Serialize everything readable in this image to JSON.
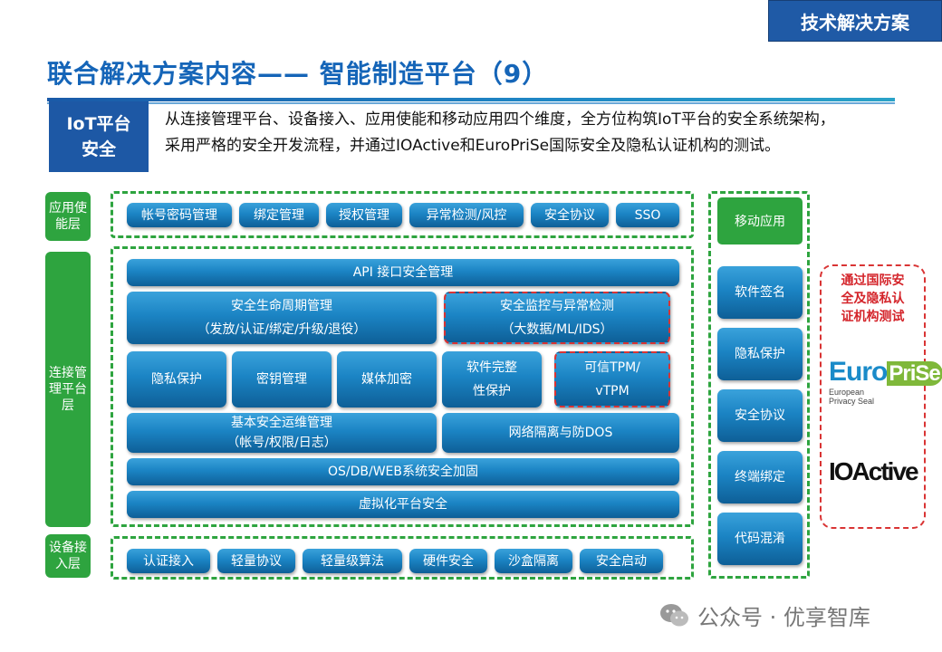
{
  "header": {
    "tag": "技术解决方案",
    "title": "联合解决方案内容—— 智能制造平台（9）"
  },
  "intro": {
    "badge_line1": "IoT平台",
    "badge_line2": "安全",
    "text_line1": "从连接管理平台、设备接入、应用使能和移动应用四个维度，全方位构筑IoT平台的安全系统架构，",
    "text_line2": "采用严格的安全开发流程，并通过IOActive和EuroPriSe国际安全及隐私认证机构的测试。"
  },
  "layers": {
    "app_line1": "应用使",
    "app_line2": "能层",
    "conn_line1": "连接管",
    "conn_line2": "理平台",
    "conn_line3": "层",
    "dev_line1": "设备接",
    "dev_line2": "入层"
  },
  "app_items": [
    "帐号密码管理",
    "绑定管理",
    "授权管理",
    "异常检测/风控",
    "安全协议",
    "SSO"
  ],
  "platform": {
    "api": "API 接口安全管理",
    "lifecycle_1": "安全生命周期管理",
    "lifecycle_2": "（发放/认证/绑定/升级/退役）",
    "monitor_1": "安全监控与异常检测",
    "monitor_2": "（大数据/ML/IDS）",
    "privacy": "隐私保护",
    "key": "密钥管理",
    "media": "媒体加密",
    "software_1": "软件完整",
    "software_2": "性保护",
    "tpm_1": "可信TPM/",
    "tpm_2": "vTPM",
    "ops_1": "基本安全运维管理",
    "ops_2": "（帐号/权限/日志）",
    "network": "网络隔离与防DOS",
    "os": "OS/DB/WEB系统安全加固",
    "virt": "虚拟化平台安全"
  },
  "device_items": [
    "认证接入",
    "轻量协议",
    "轻量级算法",
    "硬件安全",
    "沙盒隔离",
    "安全启动"
  ],
  "mobile": {
    "header": "移动应用",
    "items": [
      "软件签名",
      "隐私保护",
      "安全协议",
      "终端绑定",
      "代码混淆"
    ]
  },
  "cert": {
    "line1": "通过国际安",
    "line2": "全及隐私认",
    "line3": "证机构测试",
    "euro_a": "Euro",
    "euro_b": "PriSe",
    "euro_sub1": "European",
    "euro_sub2": "Privacy Seal",
    "ioactive": "IOActive"
  },
  "watermark": "公众号 · 优享智库",
  "colors": {
    "brand_blue": "#1565b8",
    "layer_green": "#2ea43f",
    "cert_red": "#d4242a"
  }
}
